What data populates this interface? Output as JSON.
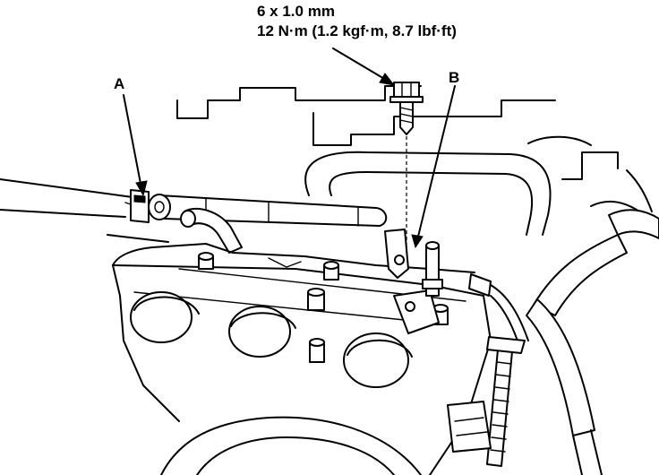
{
  "figure": {
    "fastener_size": "6 x 1.0 mm",
    "torque_spec": "12 N·m (1.2 kgf·m, 8.7 lbf·ft)",
    "callouts": [
      {
        "id": "A",
        "label": "A"
      },
      {
        "id": "B",
        "label": "B"
      }
    ]
  },
  "colors": {
    "line": "#000000",
    "background": "#ffffff"
  }
}
